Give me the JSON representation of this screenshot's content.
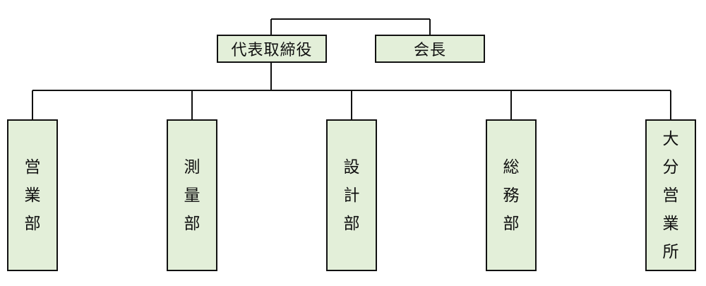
{
  "top_nodes": {
    "ceo": "代表取締役",
    "chairman": "会長"
  },
  "departments": [
    "営業部",
    "測量部",
    "設計部",
    "総務部",
    "大分営業所"
  ],
  "colors": {
    "box_fill": "#e3efd9",
    "line": "#111111"
  }
}
